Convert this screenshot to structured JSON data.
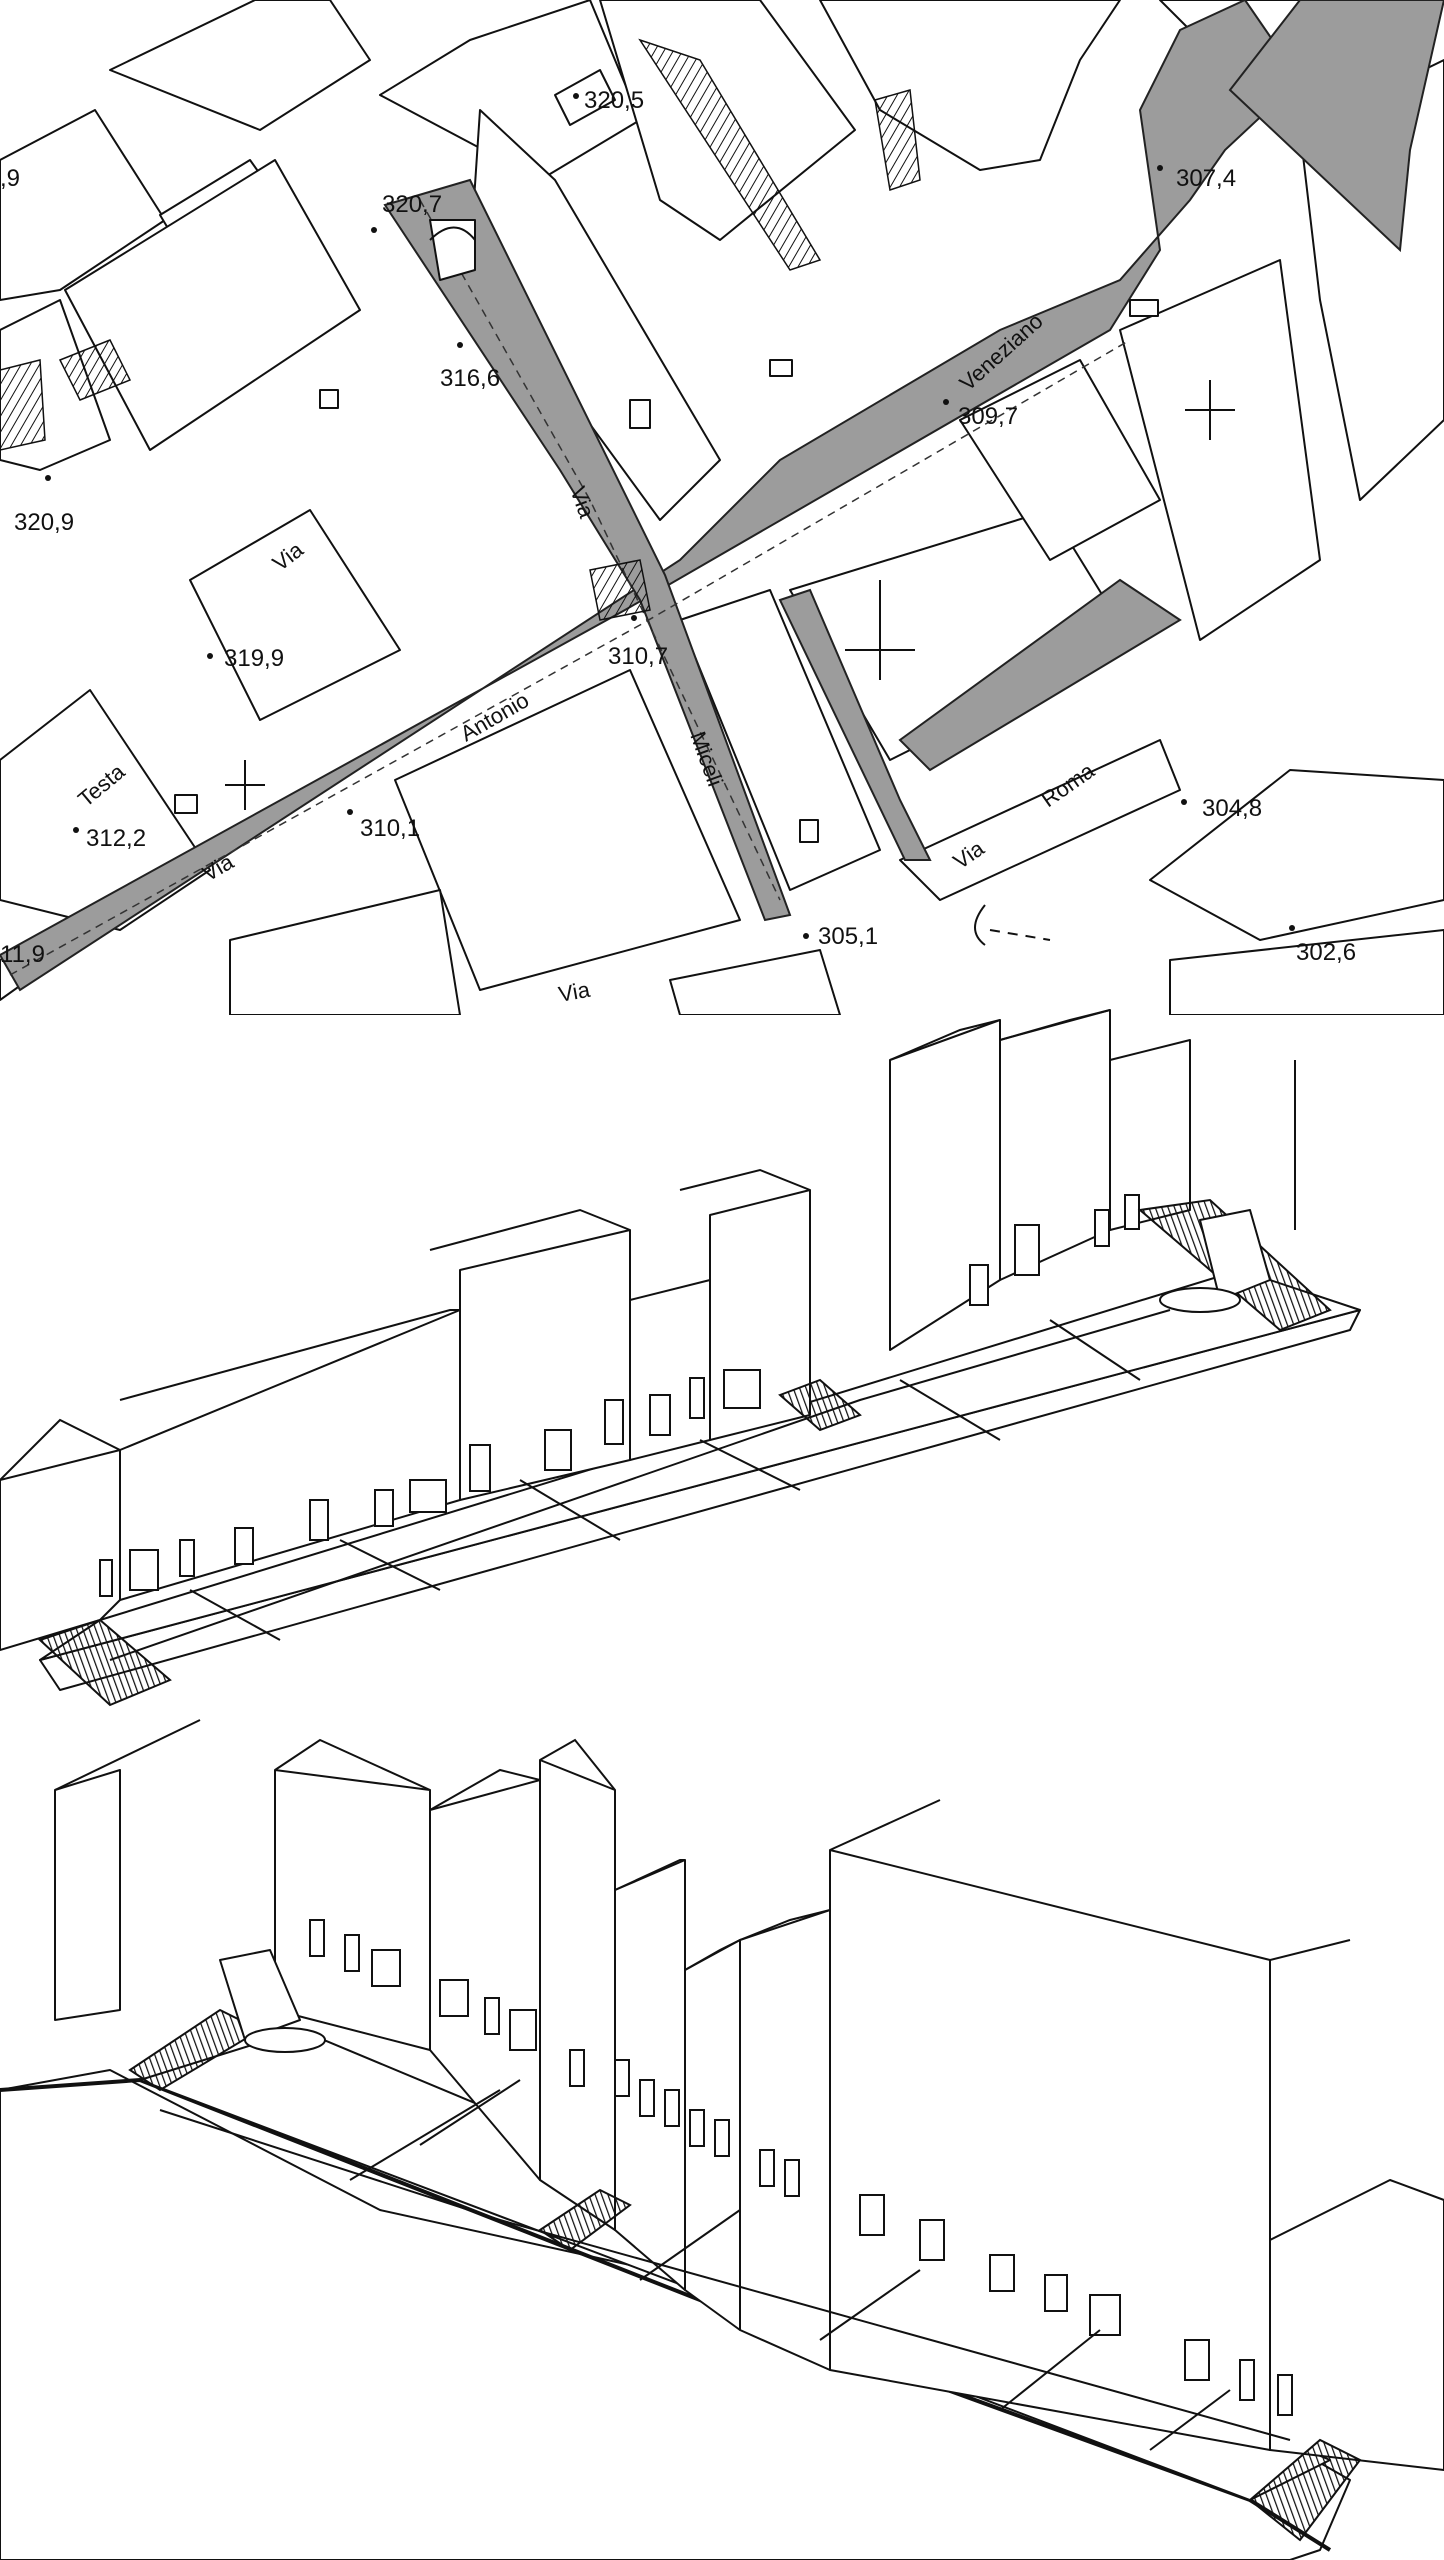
{
  "map": {
    "streets": [
      {
        "id": "via-antonio-veneziano",
        "words": [
          "Via",
          "Antonio",
          "Veneziano"
        ]
      },
      {
        "id": "via-miceli",
        "words": [
          "Via",
          "Miceli"
        ]
      },
      {
        "id": "via-testa",
        "words": [
          "Via",
          "Testa"
        ]
      },
      {
        "id": "via-roma",
        "words": [
          "Via",
          "Roma"
        ]
      },
      {
        "id": "via-bottom",
        "words": [
          "Via"
        ]
      }
    ],
    "elevations": [
      "320,5",
      "320,7",
      "316,6",
      "307,4",
      "309,7",
      "320,9",
      "319,9",
      "310,7",
      "312,2",
      "310,1",
      "305,1",
      "304,8",
      "302,6",
      "11,9",
      ",9"
    ]
  },
  "colors": {
    "street_fill": "#9c9c9c",
    "line": "#111111",
    "background": "#ffffff"
  }
}
